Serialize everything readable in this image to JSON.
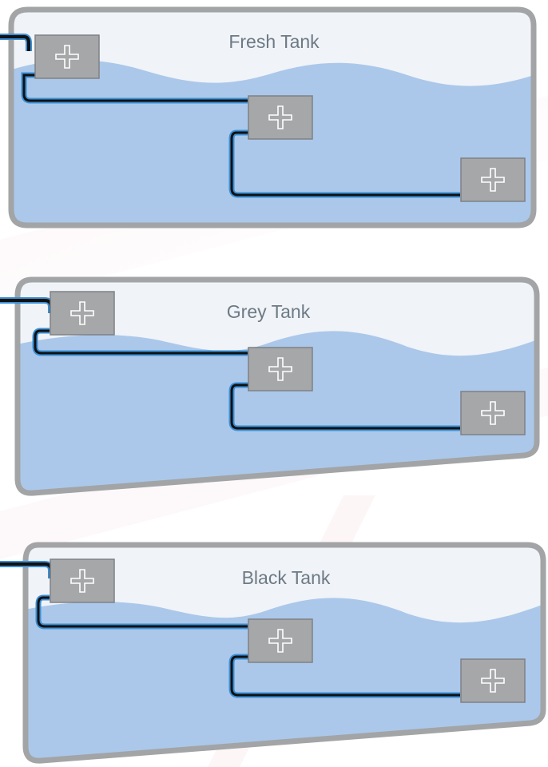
{
  "tanks": [
    {
      "id": "fresh",
      "title": "Fresh Tank",
      "sensor_count": 3
    },
    {
      "id": "grey",
      "title": "Grey Tank",
      "sensor_count": 3
    },
    {
      "id": "black",
      "title": "Black Tank",
      "sensor_count": 3
    }
  ],
  "colors": {
    "background": "#ffffff",
    "tank_outline": "#a2a4a6",
    "tank_empty": "#f0f3f8",
    "water": "#abc8ea",
    "title_text": "#6d7a84",
    "sensor_box": "#a5a7a9",
    "sensor_symbol": "#ffffff",
    "cable_inner": "#111111",
    "cable_outer": "#3a8fd6"
  },
  "icons": {
    "sensor": "plus-icon"
  }
}
